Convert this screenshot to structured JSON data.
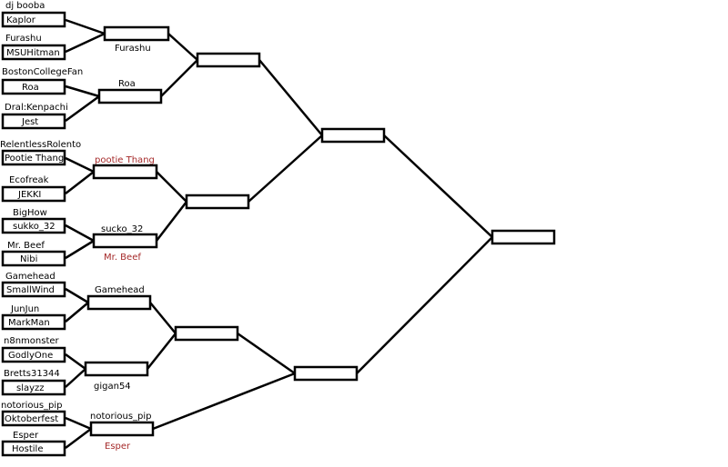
{
  "colors": {
    "line": "#000000",
    "highlight_text": "#a52a2a",
    "background": "#ffffff"
  },
  "round1": [
    {
      "owner": "dj booba",
      "entry": "Kaplor"
    },
    {
      "owner": "Furashu",
      "entry": "MSUHitman"
    },
    {
      "owner": "BostonCollegeFan",
      "entry": "Roa"
    },
    {
      "owner": "Dral:Kenpachi",
      "entry": "Jest"
    },
    {
      "owner": "RelentlessRolento",
      "entry": "Pootie Thang"
    },
    {
      "owner": "Ecofreak",
      "entry": "JEKKI"
    },
    {
      "owner": "BigHow",
      "entry": "sukko_32"
    },
    {
      "owner": "Mr. Beef",
      "entry": "Nibi"
    },
    {
      "owner": "Gamehead",
      "entry": "SmallWind"
    },
    {
      "owner": "JunJun",
      "entry": "MarkMan"
    },
    {
      "owner": "n8nmonster",
      "entry": "GodlyOne"
    },
    {
      "owner": "Bretts31344",
      "entry": "slayzz"
    },
    {
      "owner": "notorious_pip",
      "entry": "Oktoberfest"
    },
    {
      "owner": "Esper",
      "entry": "Hostile"
    }
  ],
  "round2": [
    {
      "label": "Furashu",
      "sublabel": ""
    },
    {
      "label": "Roa",
      "sublabel": ""
    },
    {
      "label": "pootie Thang",
      "sublabel": ""
    },
    {
      "label": "sucko_32",
      "sublabel": "Mr. Beef"
    },
    {
      "label": "Gamehead",
      "sublabel": ""
    },
    {
      "label": "gigan54",
      "sublabel": ""
    },
    {
      "label": "notorious_pip",
      "sublabel": "Esper"
    }
  ]
}
